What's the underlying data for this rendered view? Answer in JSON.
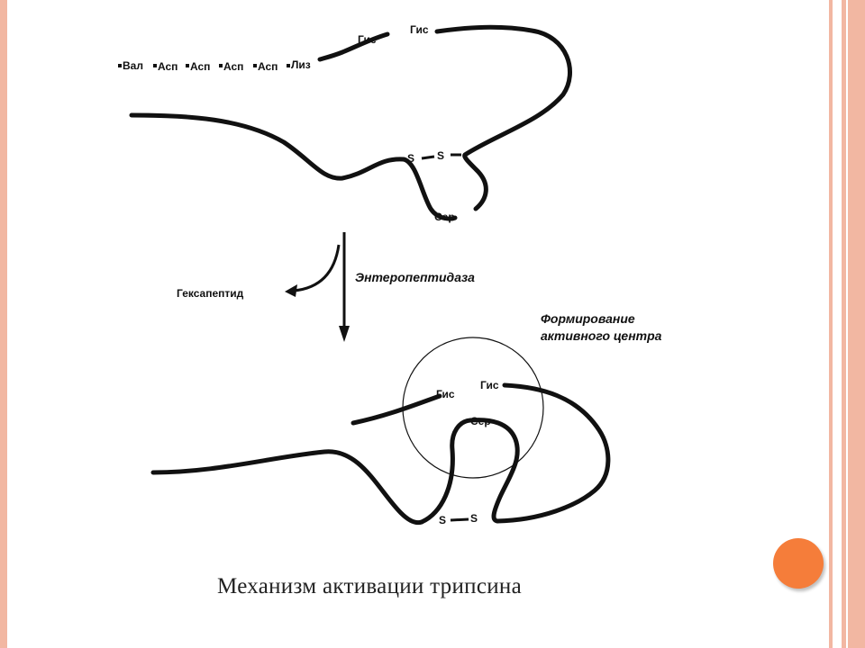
{
  "slide": {
    "caption": "Механизм активации трипсина"
  },
  "diagram": {
    "top_residues": [
      "Вал",
      "Асп",
      "Асп",
      "Асп",
      "Асп",
      "Лиз"
    ],
    "his_labels": [
      "Гис",
      "Гис"
    ],
    "ser_label": "Сер",
    "s_labels": [
      "S",
      "S"
    ],
    "enzyme_label": "Энтеропептидаза",
    "byproduct_label": "Гексапептид",
    "active_center_line1": "Формирование",
    "active_center_line2": "активного центра",
    "bottom_his_labels": [
      "Гис",
      "Гис"
    ],
    "bottom_ser_label": "Сер",
    "bottom_s_labels": [
      "S",
      "S"
    ]
  },
  "colors": {
    "frame": "#f2b7a2",
    "accent_dot": "#f57d3a"
  }
}
